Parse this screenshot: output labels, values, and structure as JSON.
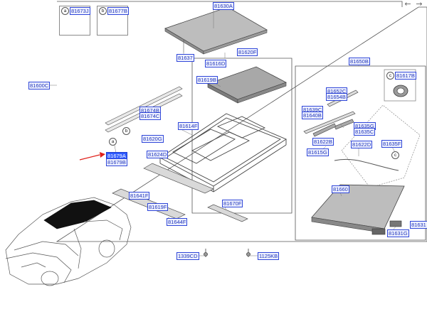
{
  "nav": {
    "prev_icon": "←",
    "next_icon": "→"
  },
  "legend": [
    {
      "letter": "a",
      "code": "81673J"
    },
    {
      "letter": "b",
      "code": "81677B"
    }
  ],
  "detail_legend": {
    "letter": "c",
    "code": "81617B"
  },
  "callouts": {
    "a": "a",
    "b": "b",
    "c": "c"
  },
  "parts": {
    "p81630A": "81630A",
    "p81637": "81637",
    "p81620F": "81620F",
    "p81616D": "81616D",
    "p81619B": "81619B",
    "p81600C": "81600C",
    "p81674B": "81674B",
    "p81674C": "81674C",
    "p81614F": "81614F",
    "p81620G": "81620G",
    "p81624D": "81624D",
    "p81679A": "81679A",
    "p81679B": "81679B",
    "p81641F": "81641F",
    "p81619F": "81619F",
    "p81644F": "81644F",
    "p81670F": "81670F",
    "p1339CD": "1339CD",
    "p1125KB": "1125KB",
    "p81650B": "81650B",
    "p81652C": "81652C",
    "p81654B": "81654B",
    "p81639C": "81639C",
    "p81640B": "81640B",
    "p81635G": "81635G",
    "p81635C": "81635C",
    "p81622B": "81622B",
    "p81615G": "81615G",
    "p81622D": "81622D",
    "p81635F": "81635F",
    "p81660": "81660",
    "p81631G": "81631G",
    "p81631": "81631"
  },
  "colors": {
    "label_border": "#2f46d8",
    "label_text": "#1f34b8",
    "highlight": "#2f5cff",
    "arrow": "#e0201a"
  }
}
